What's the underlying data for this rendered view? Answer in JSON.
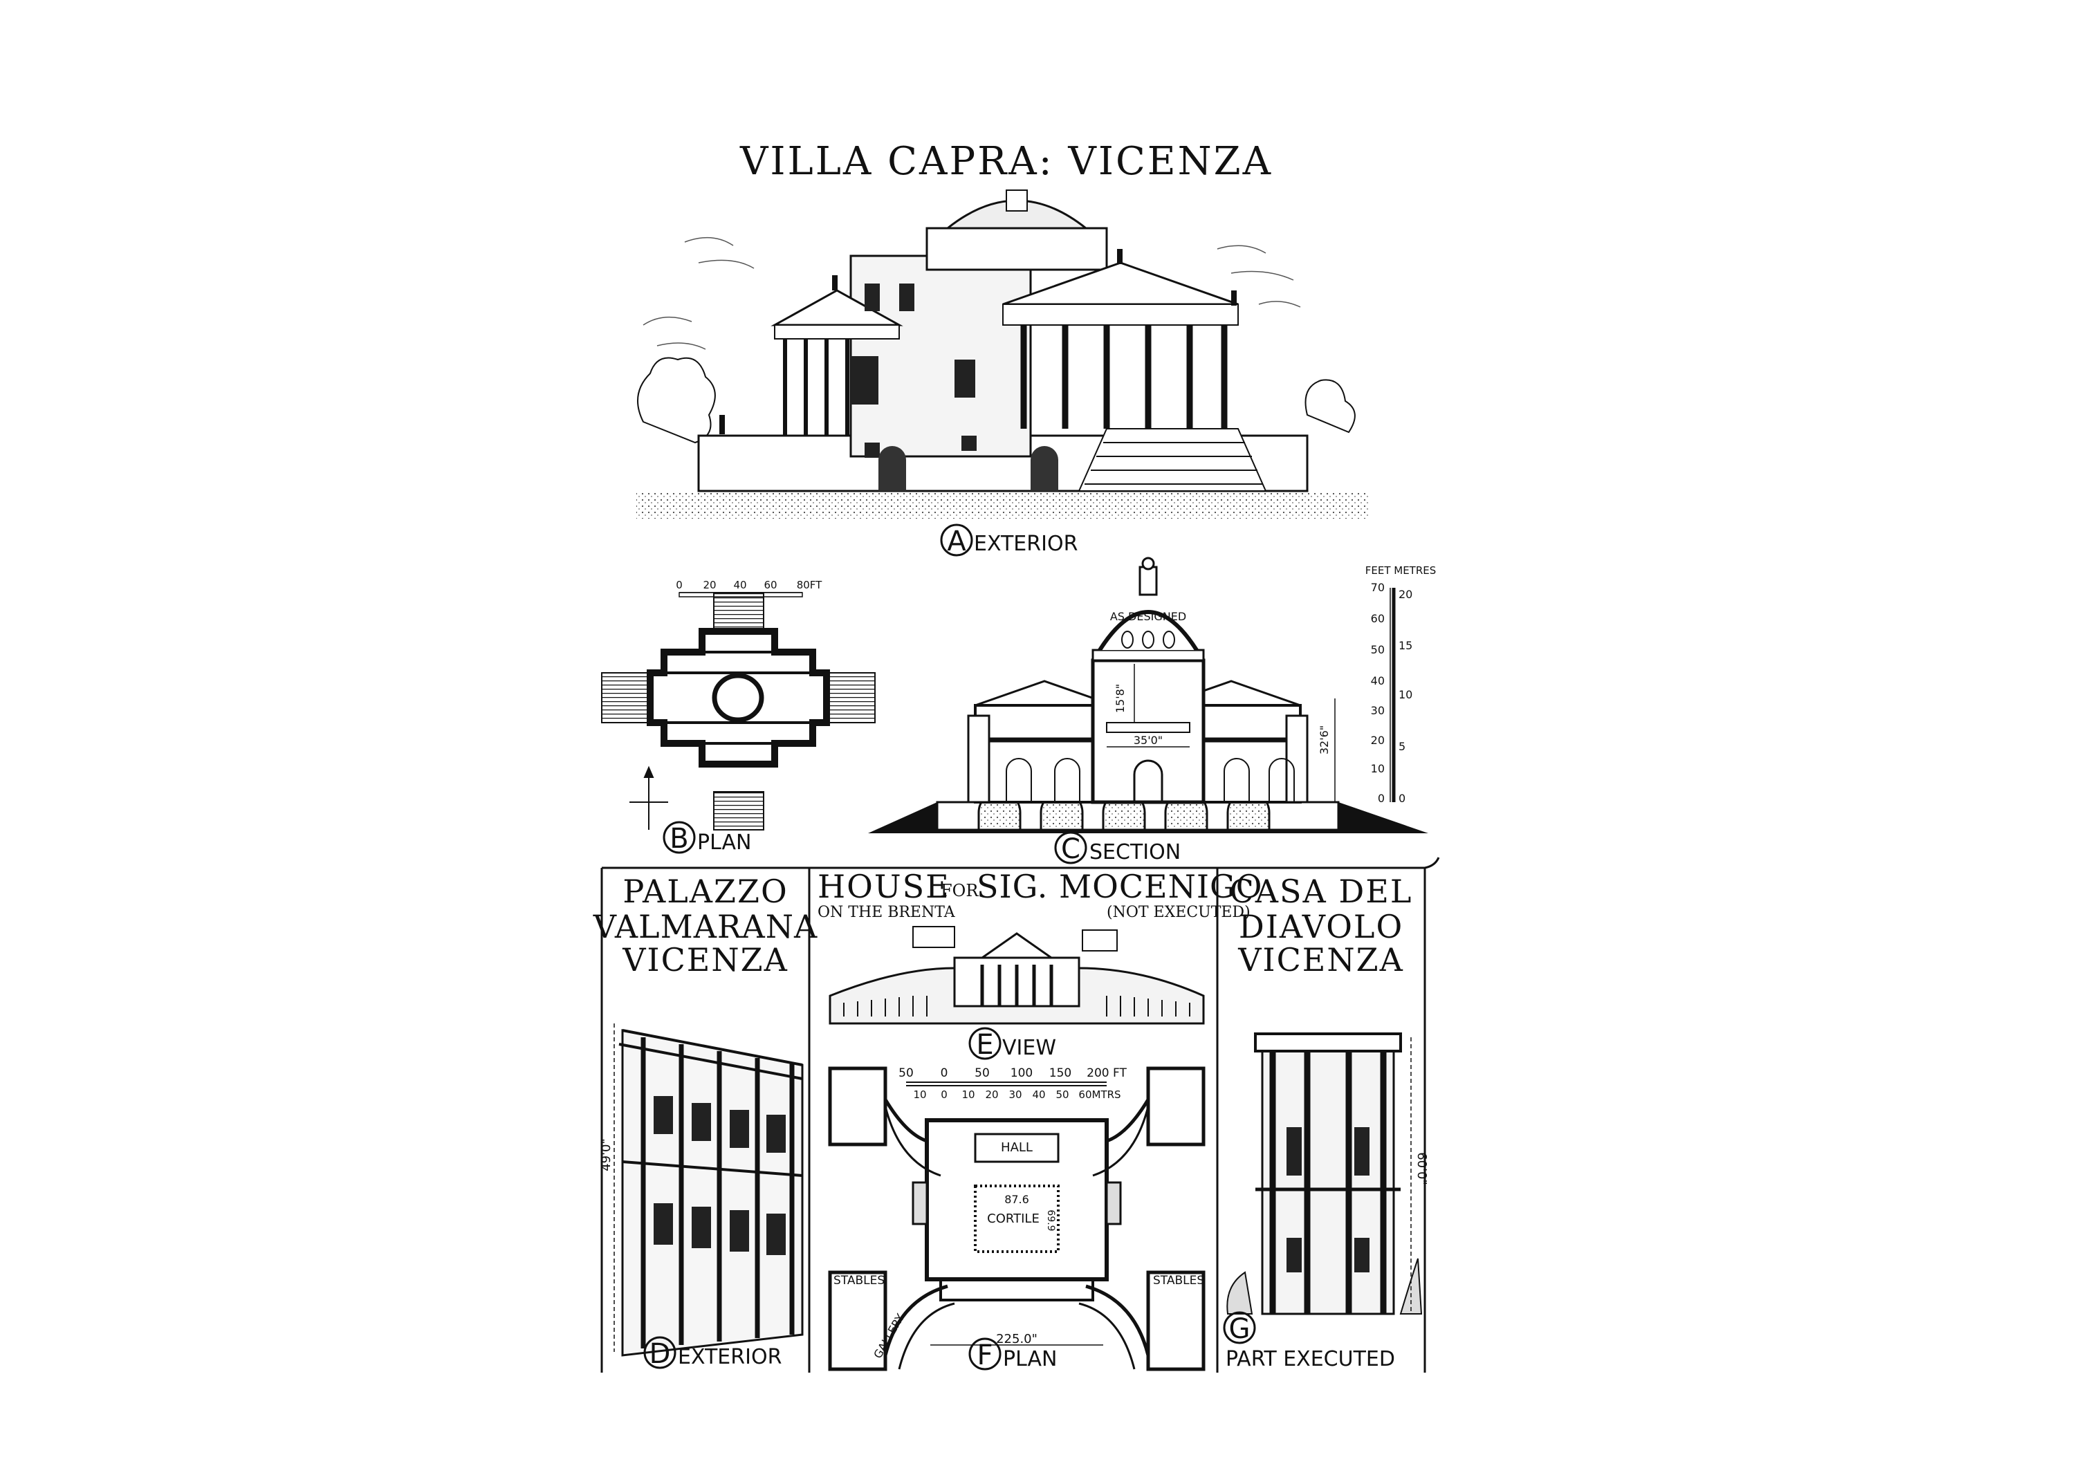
{
  "title": "VILLA CAPRA: VICENZA",
  "figures": {
    "A": {
      "letter": "A",
      "caption": "EXTERIOR"
    },
    "B": {
      "letter": "B",
      "caption": "PLAN",
      "scale_label": "0   20   40   60   80FT",
      "scale_ticks": [
        "0",
        "20",
        "40",
        "60",
        "80FT"
      ]
    },
    "C": {
      "letter": "C",
      "caption": "SECTION",
      "annotation": "AS DESIGNED",
      "dims": [
        "15'8\"",
        "35'0\"",
        "32'6\""
      ],
      "scale_header": "FEET METRES",
      "feet_ticks": [
        "70",
        "60",
        "50",
        "40",
        "30",
        "20",
        "10",
        "0"
      ],
      "metre_ticks": [
        "20",
        "15",
        "10",
        "5",
        "0"
      ]
    },
    "D": {
      "letter": "D",
      "caption": "EXTERIOR",
      "heading": [
        "PALAZZO",
        "VALMARANA",
        "VICENZA"
      ],
      "dim": "49'0\""
    },
    "E": {
      "letter": "E",
      "caption": "VIEW",
      "heading_main": "HOUSE",
      "heading_for": "FOR",
      "heading_name": "SIG. MOCENIGO",
      "sub_left": "ON THE BRENTA",
      "sub_right": "(NOT EXECUTED)"
    },
    "F": {
      "letter": "F",
      "caption": "PLAN",
      "feet_scale": [
        "50",
        "0",
        "50",
        "100",
        "150",
        "200 FT"
      ],
      "metre_scale": [
        "10",
        "0",
        "10",
        "20",
        "30",
        "40",
        "50",
        "60MTRS"
      ],
      "labels": {
        "hall": "HALL",
        "cortile": "CORTILE",
        "cortile_dim": "87.6",
        "cortile_dim2": "69.9",
        "stables_left": "STABLES",
        "stables_right": "STABLES",
        "gallery": "GALLERY",
        "width": "225.0\""
      }
    },
    "G": {
      "letter": "G",
      "caption": "PART EXECUTED",
      "heading": [
        "CASA DEL",
        "DIAVOLO",
        "VICENZA"
      ],
      "dim": "60'0\""
    }
  }
}
